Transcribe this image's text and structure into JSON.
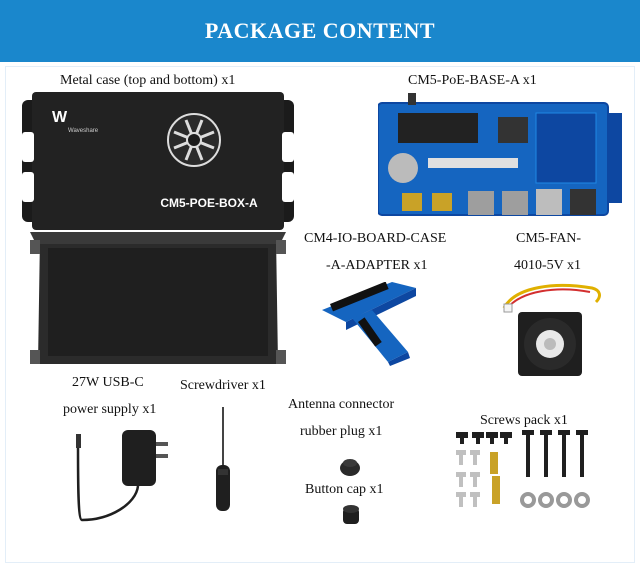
{
  "header": {
    "title": "PACKAGE CONTENT"
  },
  "colors": {
    "header_bg": "#1a87cc",
    "board_blue": "#1565c0",
    "case_black": "#1b1b1b"
  },
  "items": {
    "metal_case": {
      "label": "Metal case (top and bottom) x1",
      "printed_text": "CM5-POE-BOX-A",
      "logo_text": "Waveshare"
    },
    "base_board": {
      "label": "CM5-PoE-BASE-A x1"
    },
    "adapter": {
      "label_line1": "CM4-IO-BOARD-CASE",
      "label_line2": "-A-ADAPTER x1"
    },
    "fan": {
      "label_line1": "CM5-FAN-",
      "label_line2": "4010-5V x1"
    },
    "power_supply": {
      "label_line1": "27W USB-C",
      "label_line2": "power supply x1"
    },
    "screwdriver": {
      "label": "Screwdriver x1"
    },
    "antenna_plug": {
      "label_line1": "Antenna connector",
      "label_line2": "rubber plug x1"
    },
    "button_cap": {
      "label": "Button cap x1"
    },
    "screws_pack": {
      "label": "Screws pack x1"
    }
  }
}
